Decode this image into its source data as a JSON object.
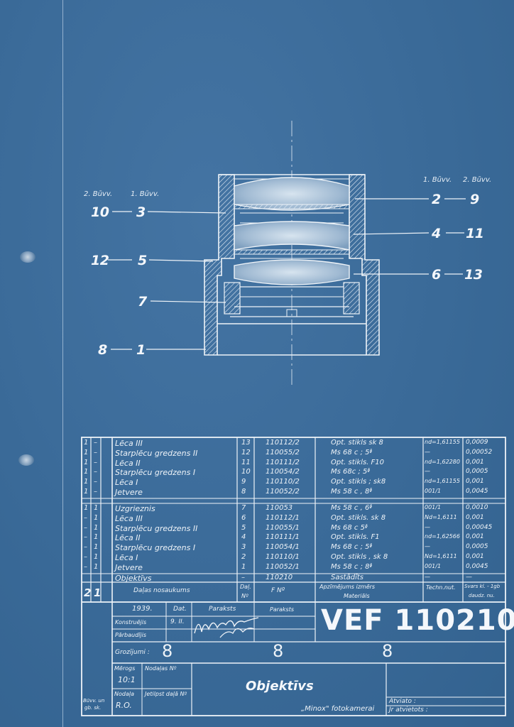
{
  "drawing_labels": {
    "left_header": {
      "a": "2. Būvv.",
      "b": "1. Būvv."
    },
    "right_header": {
      "a": "1. Būvv.",
      "b": "2. Būvv."
    },
    "left": [
      {
        "a": "10",
        "b": "3"
      },
      {
        "a": "12",
        "b": "5"
      },
      {
        "a": "",
        "b": "7"
      },
      {
        "a": "8",
        "b": "1"
      }
    ],
    "right": [
      {
        "a": "2",
        "b": "9"
      },
      {
        "a": "4",
        "b": "11"
      },
      {
        "a": "6",
        "b": "13"
      }
    ]
  },
  "parts_table": {
    "rows": [
      {
        "q1": "1",
        "q2": "–",
        "name": "Lēca  III",
        "pos": "13",
        "drawing": "110112/2",
        "material": "Opt. stikls  sk 8",
        "tech": "nd=1,61155",
        "weight": "0,0009"
      },
      {
        "q1": "1",
        "q2": "–",
        "name": "Starplēcu  gredzens  II",
        "pos": "12",
        "drawing": "110055/2",
        "material": "Ms 68 c ;  5ᶲ",
        "tech": "—",
        "weight": "0,00052"
      },
      {
        "q1": "1",
        "q2": "–",
        "name": "Lēca  II",
        "pos": "11",
        "drawing": "110111/2",
        "material": "Opt. stikls. F10",
        "tech": "nd=1,62280",
        "weight": "0,001"
      },
      {
        "q1": "1",
        "q2": "–",
        "name": "Starplēcu  gredzens  I",
        "pos": "10",
        "drawing": "110054/2",
        "material": "Ms 68c ;  5ᶲ",
        "tech": "—",
        "weight": "0,0005"
      },
      {
        "q1": "1",
        "q2": "–",
        "name": "Lēca  I",
        "pos": "9",
        "drawing": "110110/2",
        "material": "Opt. stikls ;  sk8",
        "tech": "nd=1,61155",
        "weight": "0,001"
      },
      {
        "q1": "1",
        "q2": "–",
        "name": "Jetvere",
        "pos": "8",
        "drawing": "110052/2",
        "material": "Ms  58 c ,  8ᶲ",
        "tech": "001/1",
        "weight": "0,0045"
      },
      {
        "q1": "1",
        "q2": "1",
        "name": "Uzgrieznis",
        "pos": "7",
        "drawing": "110053",
        "material": "Ms 58 c ,  6ᶲ",
        "tech": "001/1",
        "weight": "0,0010"
      },
      {
        "q1": "–",
        "q2": "1",
        "name": "Lēca  III",
        "pos": "6",
        "drawing": "110112/1",
        "material": "Opt. stikls. sk 8",
        "tech": "Nd=1,6111",
        "weight": "0,001"
      },
      {
        "q1": "–",
        "q2": "1",
        "name": "Starplēcu  gredzens  II",
        "pos": "5",
        "drawing": "110055/1",
        "material": "Ms  68 c  5ᶲ",
        "tech": "—",
        "weight": "0,00045"
      },
      {
        "q1": "–",
        "q2": "1",
        "name": "Lēca  II",
        "pos": "4",
        "drawing": "110111/1",
        "material": "Opt. stikls.  F1",
        "tech": "nd=1,62566",
        "weight": "0,001"
      },
      {
        "q1": "–",
        "q2": "1",
        "name": "Starplēcu  gredzens  I",
        "pos": "3",
        "drawing": "110054/1",
        "material": "Ms  68 c ;  5ᶲ",
        "tech": "—",
        "weight": "0,0005"
      },
      {
        "q1": "–",
        "q2": "1",
        "name": "Lēca  I",
        "pos": "2",
        "drawing": "110110/1",
        "material": "Opt. stikls ,  sk 8",
        "tech": "Nd=1,6111",
        "weight": "0,001"
      },
      {
        "q1": "–",
        "q2": "1",
        "name": "Jetvere",
        "pos": "1",
        "drawing": "110052/1",
        "material": "Ms  58 c ;  8ᶲ",
        "tech": "001/1",
        "weight": "0,0045"
      },
      {
        "q1": "",
        "q2": "",
        "name": "Objektīvs",
        "pos": "–",
        "drawing": "110210",
        "material": "Sastādīts",
        "tech": "—",
        "weight": "—"
      }
    ],
    "footer": {
      "q1": "2",
      "q2": "1",
      "name": "Daļas  nosaukums",
      "pos_a": "Daļ.",
      "pos_b": "Nº",
      "drawing": "F  Nº",
      "material_a": "Apzīmējums  izmērs",
      "material_b": "Materiāls",
      "tech": "Techn.nut.",
      "weight_a": "Svars kl. -  1gb",
      "weight_b": "daudz. nu."
    }
  },
  "title_block": {
    "year": "1939.",
    "dat_header": "Dat.",
    "sign_header_1": "Paraksts",
    "sign_header_2": "Paraksts",
    "constructed_label": "Konstruējis",
    "constructed_date": "9. II.",
    "checked_label": "Pārbaudījis",
    "revisions_label": "Grozījumi :",
    "revision_marks": [
      "8",
      "8",
      "8"
    ],
    "drawing_number": "VEF 110210",
    "scale_label": "Mērogs",
    "scale_value": "10:1",
    "dept_label": "Nodaļas Nº",
    "dept2_label": "Nodaļa",
    "dept2_value": "R.O.",
    "section_label": "Jetilpst daļā Nº",
    "build_label_a": "Būvv. un",
    "build_label_b": "gb. sk.",
    "part_title": "Objektīvs",
    "subtitle": "„Minox\" fotokamerai",
    "approved_label": "Atviato :",
    "substitute_label": "Jr atvietots :"
  }
}
